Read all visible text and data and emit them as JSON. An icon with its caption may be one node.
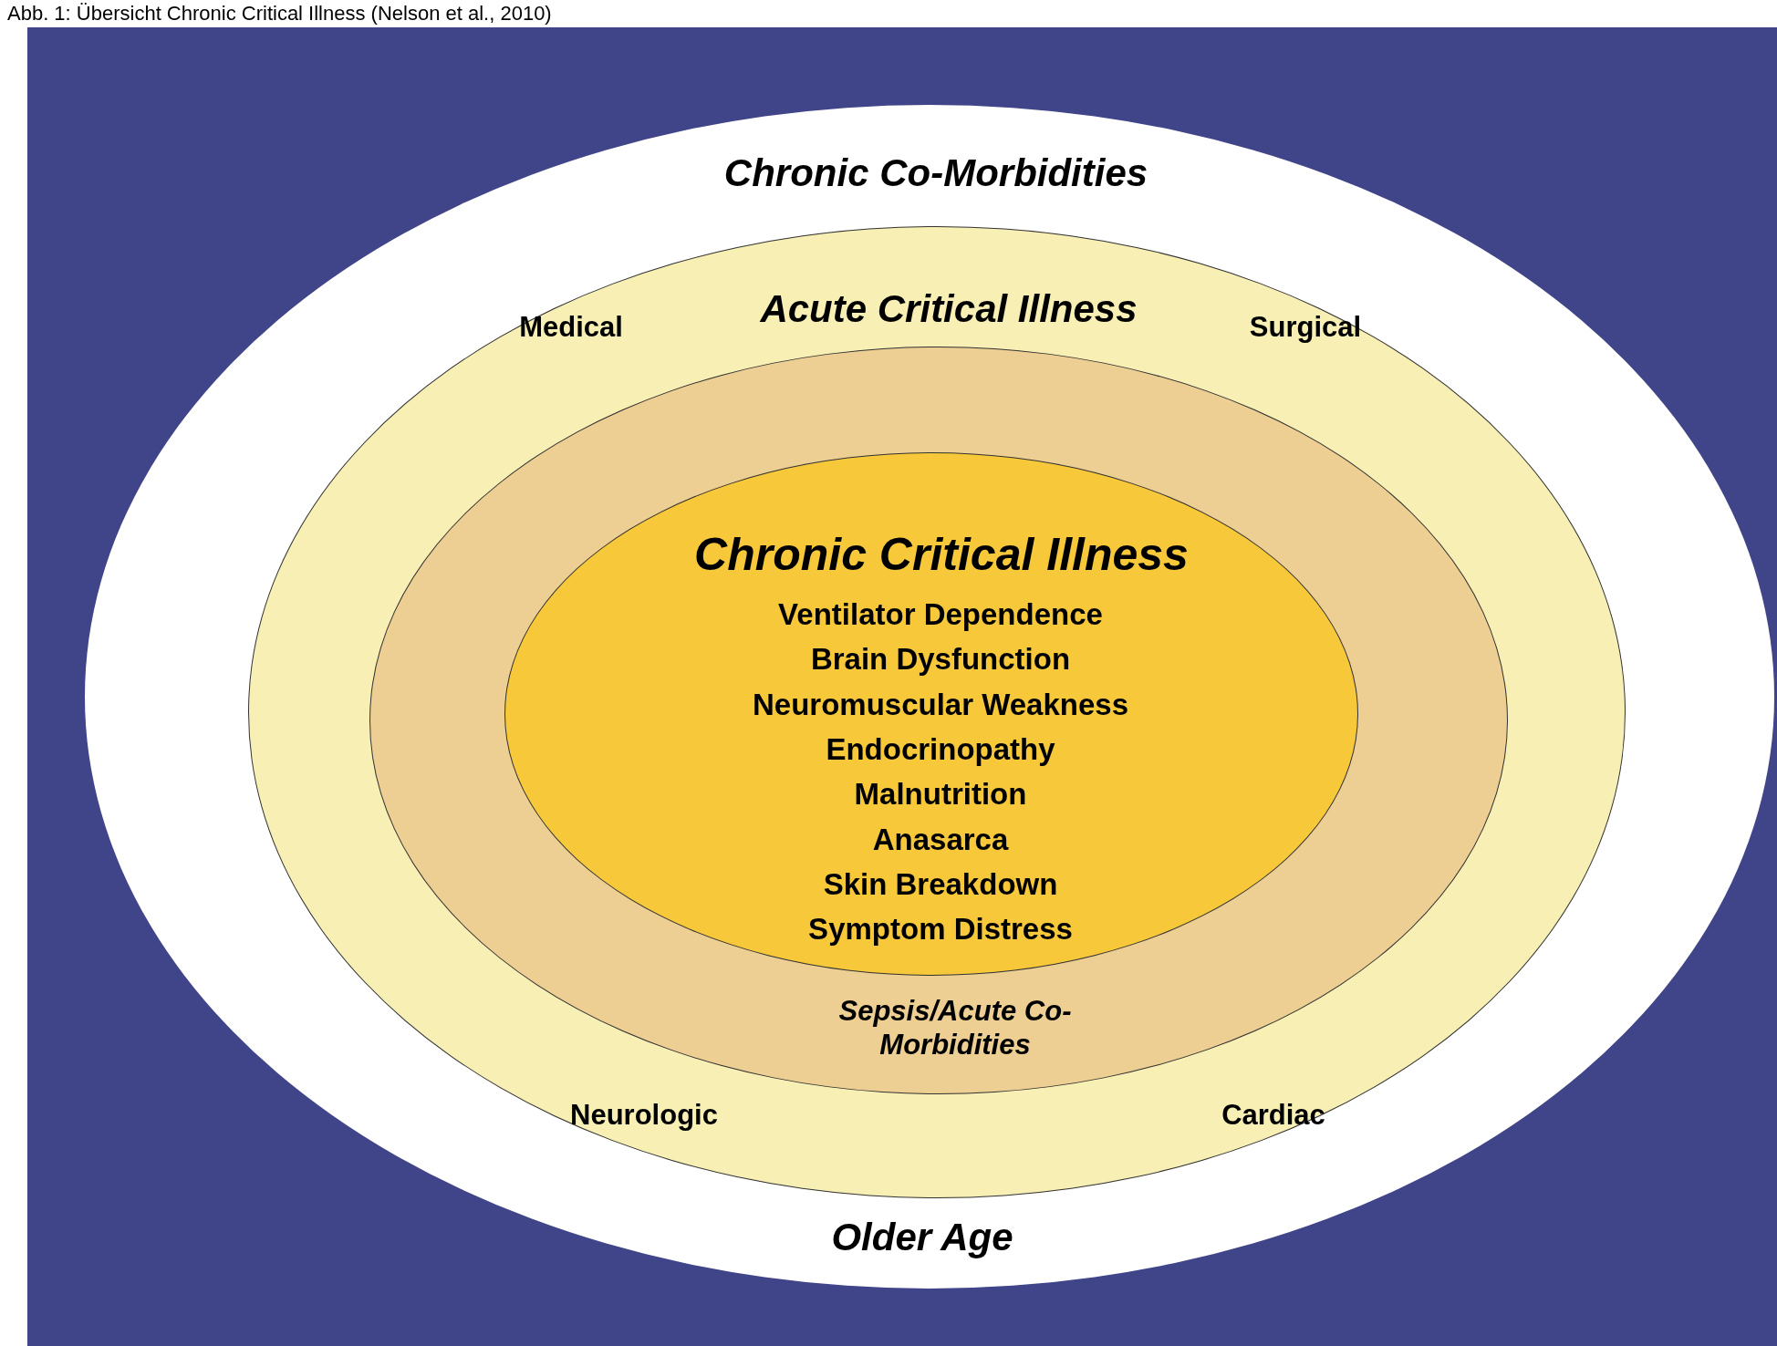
{
  "diagram": {
    "title": "Abb. 1: Übersicht Chronic Critical Illness (Nelson et al., 2010)",
    "nodes": [
      {
        "text": [
          "Chronic Co-Morbidities",
          "Older Age"
        ]
      },
      {
        "text": [
          "Acute Critical Illness",
          "Medical",
          "Surgical",
          "Neurologic",
          "Cardiac"
        ],
        "in": 0
      },
      {
        "text": [
          "Sepsis/Acute Co-Morbidities"
        ],
        "in": 1
      },
      {
        "text": [
          "Chronic Critical Illness",
          "Ventilator Dependence",
          "Brain Dysfunction",
          "Neuromuscular Weakness",
          "Endocrinopathy",
          "Malnutrition",
          "Anasarca",
          "Skin Breakdown",
          "Symptom Distress"
        ],
        "in": 2
      }
    ]
  }
}
